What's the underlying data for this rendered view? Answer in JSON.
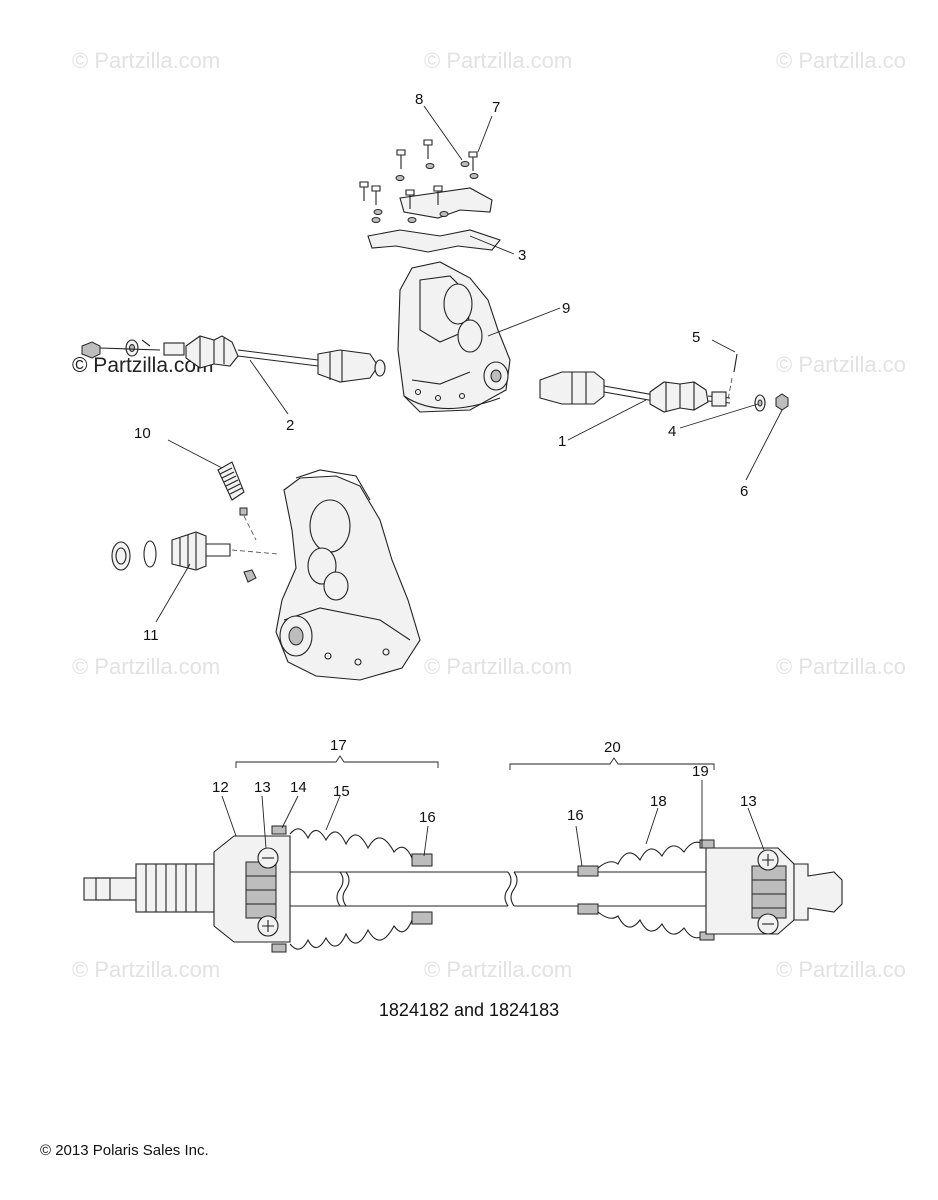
{
  "watermarks": [
    "© Partzilla.com",
    "© Partzilla.com",
    "© Partzilla.co",
    "© Partzilla.com",
    "© Partzilla.co",
    "© Partzilla.com",
    "© Partzilla.com",
    "© Partzilla.co",
    "© Partzilla.com",
    "© Partzilla.com",
    "© Partzilla.co"
  ],
  "callouts": {
    "c1": "1",
    "c2": "2",
    "c3": "3",
    "c4": "4",
    "c5": "5",
    "c6": "6",
    "c7": "7",
    "c8": "8",
    "c9": "9",
    "c10": "10",
    "c11": "11",
    "c12": "12",
    "c13a": "13",
    "c14": "14",
    "c15": "15",
    "c16a": "16",
    "c17": "17",
    "c16b": "16",
    "c18": "18",
    "c19": "19",
    "c13b": "13",
    "c20": "20"
  },
  "assembly_caption": "1824182 and 1824183",
  "copyright": "© 2013 Polaris Sales Inc."
}
